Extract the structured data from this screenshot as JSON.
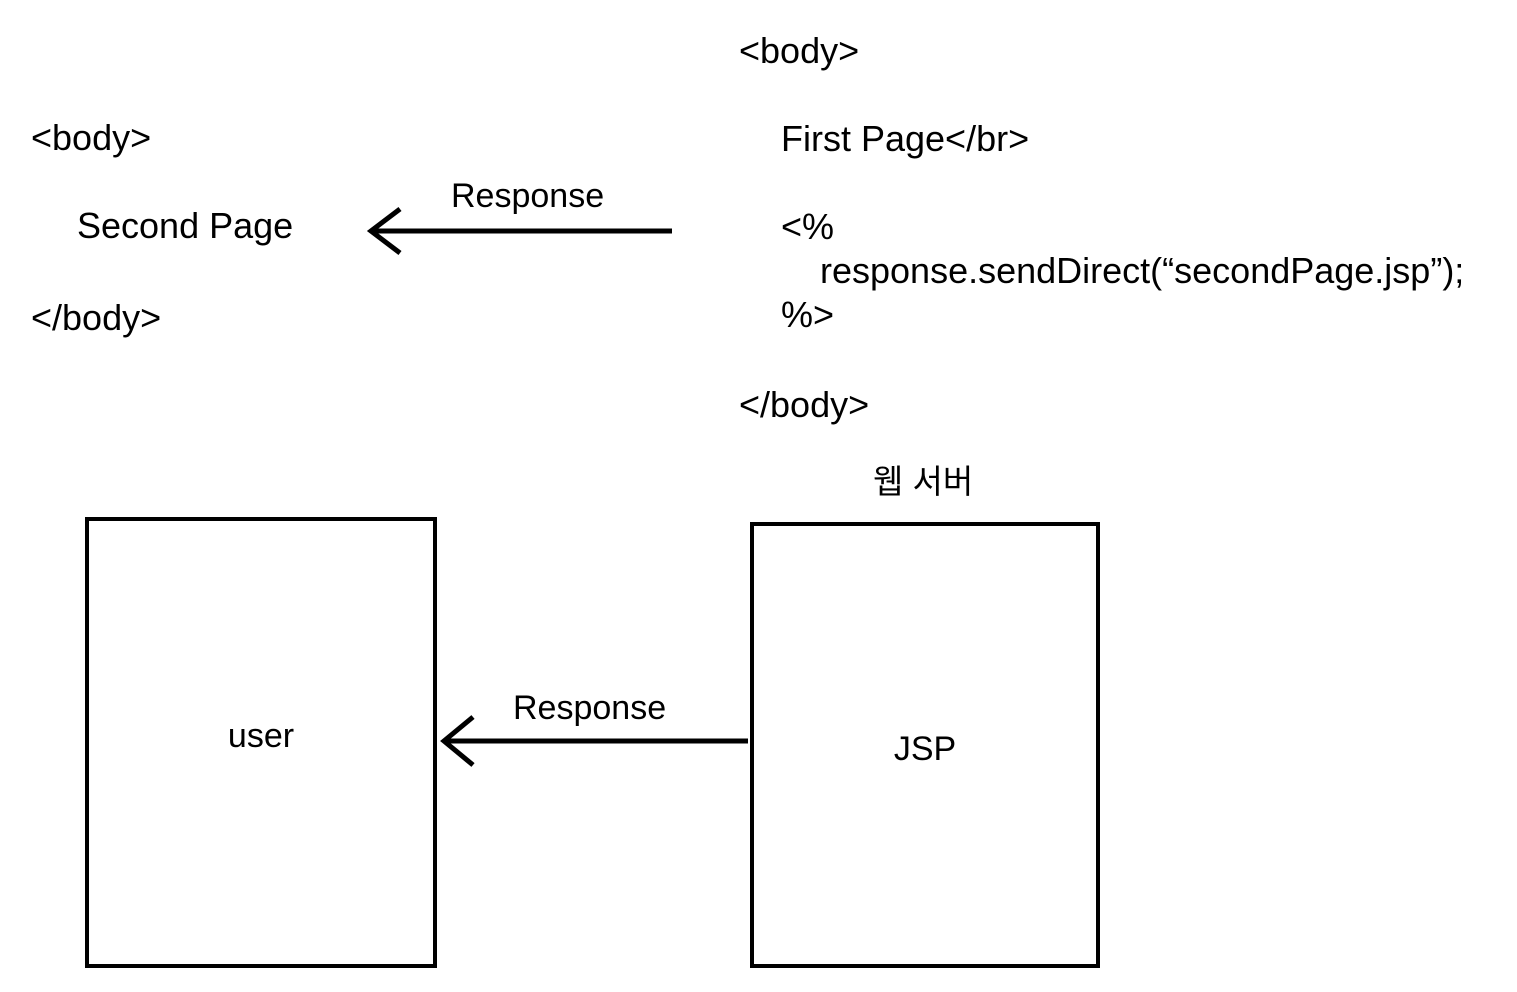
{
  "diagram": {
    "title": "JSP response.sendDirect redirect flow",
    "background_color": "#ffffff",
    "stroke_color": "#000000"
  },
  "client_code": {
    "body_open": "<body>",
    "content": "Second Page",
    "body_close": "</body>"
  },
  "server_code": {
    "body_open": "<body>",
    "first_page_line": "First Page</br>",
    "scriptlet_open": "<%",
    "scriptlet_statement": "response.sendDirect(“secondPage.jsp”);",
    "scriptlet_close": "%>",
    "body_close": "</body>"
  },
  "labels": {
    "web_server": "웹 서버",
    "response_top": "Response",
    "response_bottom": "Response"
  },
  "boxes": {
    "user": {
      "label": "user"
    },
    "jsp": {
      "label": "JSP"
    }
  }
}
